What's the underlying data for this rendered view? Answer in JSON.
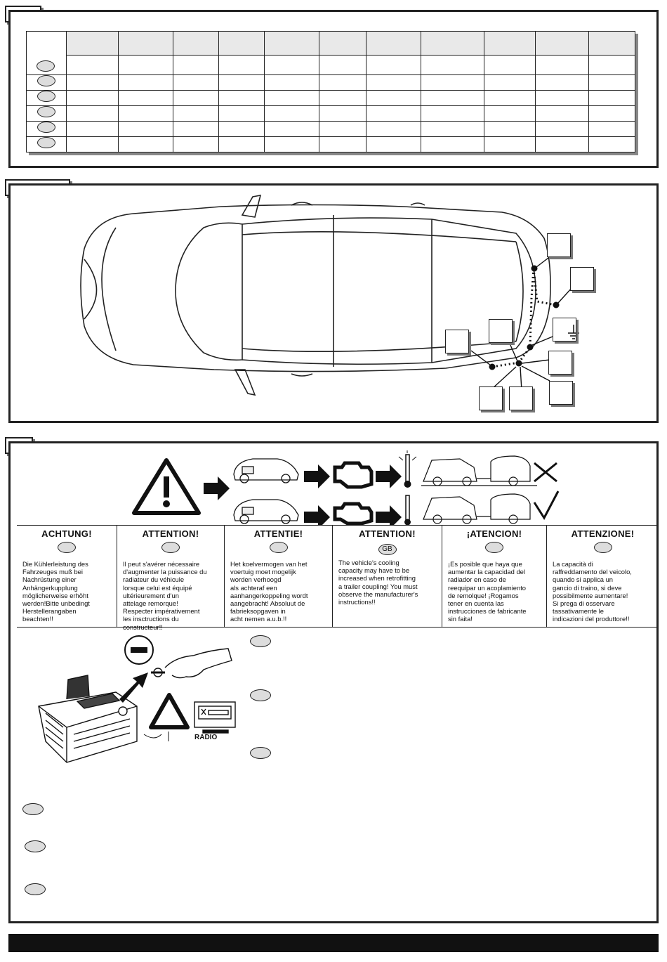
{
  "warning_section": {
    "columns": [
      {
        "title": "ACHTUNG!",
        "badge": "",
        "text": "Die Kühlerleistung des\nFahrzeuges muß bei\nNachrüstung einer\nAnhängerkupplung\nmöglicherweise erhöht\nwerden!Bitte unbedingt\nHerstellerangaben\nbeachten!!"
      },
      {
        "title": "ATTENTION!",
        "badge": "",
        "text": "Il peut s'avérer nécessaire\nd'augmenter la puissance du\nradiateur du véhicule\nlorsque celui est équipé\nultérieurement d'un\nattelage remorque!\nRespecter impérativement\nles insctructions du\nconstructeur!!"
      },
      {
        "title": "ATTENTIE!",
        "badge": "",
        "text": "Het koelvermogen van het\nvoertuig moet mogelijk\nworden verhoogd\nals achteraf een\naanhangerkoppeling wordt\naangebracht! Absoluut de\nfabrieksopgaven in\nacht nemen a.u.b.!!"
      },
      {
        "title": "ATTENTION!",
        "badge": "GB",
        "text": "The vehicle's cooling\ncapacity may have to be\nincreased when retrofitting\na trailer coupling! You must\nobserve the manufacturer's\ninstructions!!"
      },
      {
        "title": "¡ATENCION!",
        "badge": "",
        "text": "¡Es posible que haya que\naumentar la capacidad del\nradiador en caso de\nreequipar un acoplamiento\nde remolque! ¡Rogamos\ntener en cuenta las\ninstrucciones de fabricante\nsin faita!"
      },
      {
        "title": "ATTENZIONE!",
        "badge": "",
        "text": "La capacità di\nraffreddamento del veicolo,\nquando si applica un\ngancio di traino, si deve\npossibilmente aumentare!\nSi prega di osservare\ntassativamente le\nindicazioni del produttore!!"
      }
    ]
  },
  "battery_section": {
    "radio_label": "RADIO",
    "minus_symbol": "–"
  },
  "icons": {
    "warning": "warning-triangle-icon",
    "engine": "engine-icon",
    "thermometer": "thermometer-icon",
    "cross": "cross-mark-icon",
    "check": "check-mark-icon",
    "ground": "ground-symbol-icon"
  },
  "colors": {
    "line": "#222222",
    "shadow": "#888888",
    "fill": "#dddddd",
    "bottom_bar": "#111111"
  }
}
